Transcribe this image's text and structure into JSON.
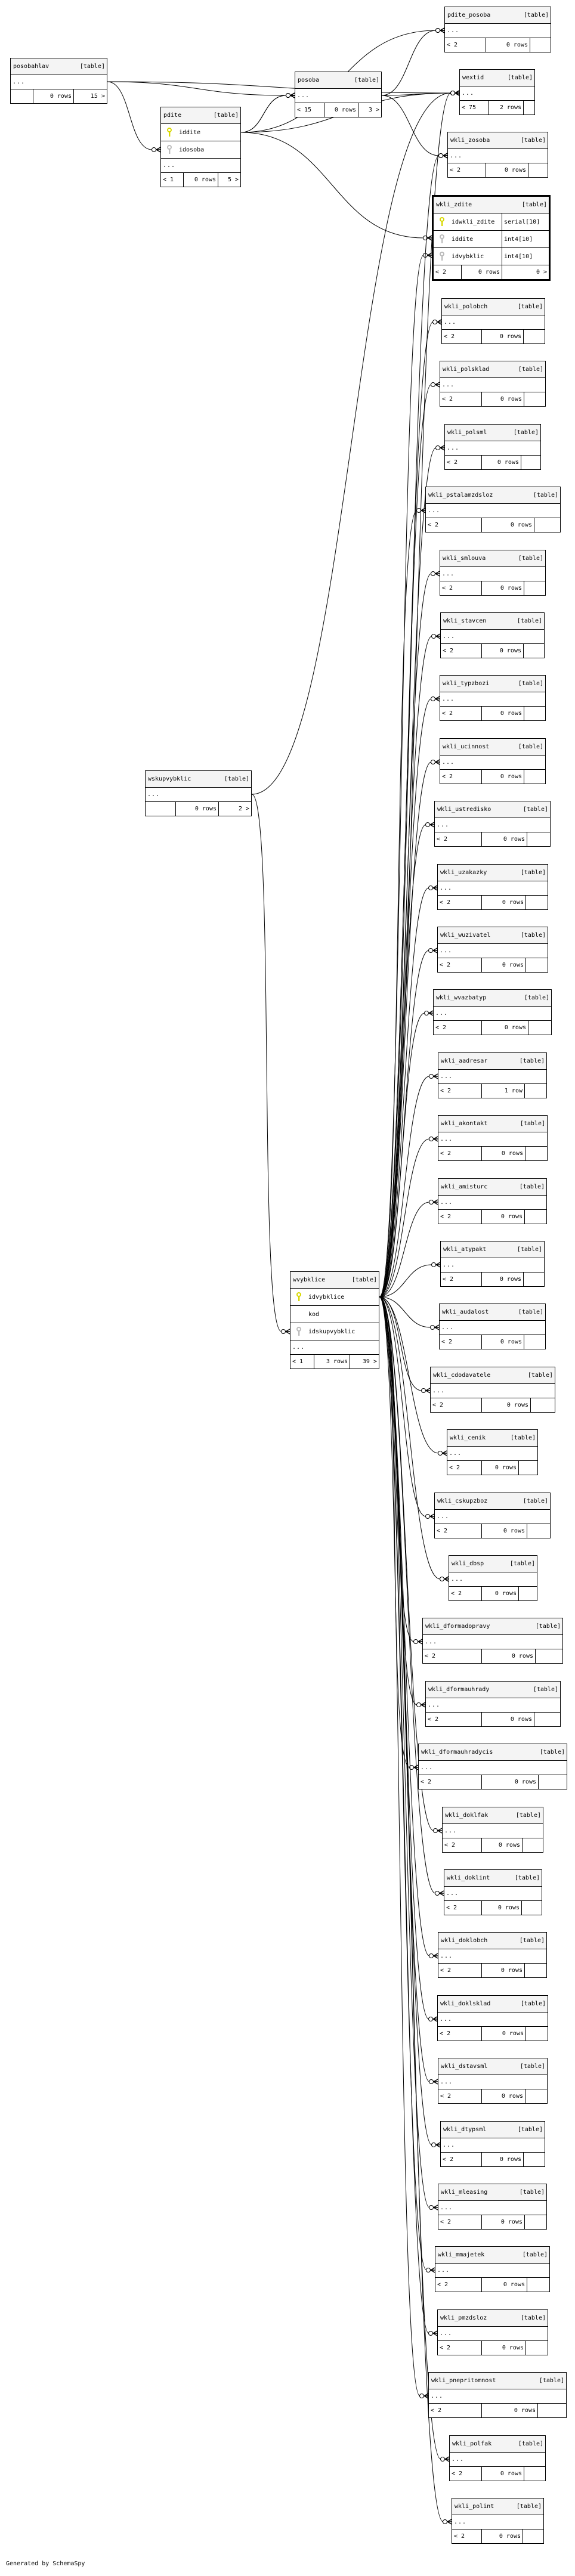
{
  "colors": {
    "pk_key": "#d8d800",
    "fk_key": "#bdbdbd",
    "header_bg": "#f4f4f4",
    "line": "#000000"
  },
  "credit": "Generated by SchemaSpy",
  "tables": [
    {
      "name": "posobahlav",
      "type": "[table]",
      "columns": [],
      "more": "...",
      "footer": {
        "parents": "",
        "rows": "0 rows",
        "children": "15 >"
      }
    },
    {
      "name": "pdite",
      "type": "[table]",
      "columns": [
        {
          "name": "iddite",
          "key": "pk"
        },
        {
          "name": "idosoba",
          "key": "fk"
        }
      ],
      "more": "...",
      "footer": {
        "parents": "< 1",
        "rows": "0 rows",
        "children": "5 >"
      }
    },
    {
      "name": "posoba",
      "type": "[table]",
      "columns": [],
      "more": "...",
      "footer": {
        "parents": "< 15",
        "rows": "0 rows",
        "children": "3 >"
      }
    },
    {
      "name": "pdite_posoba",
      "type": "[table]",
      "columns": [],
      "more": "...",
      "footer": {
        "parents": "< 2",
        "rows": "0 rows",
        "children": ""
      }
    },
    {
      "name": "wextid",
      "type": "[table]",
      "columns": [],
      "more": "...",
      "footer": {
        "parents": "< 75",
        "rows": "2 rows",
        "children": ""
      }
    },
    {
      "name": "wkli_zosoba",
      "type": "[table]",
      "columns": [],
      "more": "...",
      "footer": {
        "parents": "< 2",
        "rows": "0 rows",
        "children": ""
      }
    },
    {
      "name": "wkli_zdite",
      "type": "[table]",
      "columns": [
        {
          "name": "idwkli_zdite",
          "key": "pk",
          "type": "serial[10]"
        },
        {
          "name": "iddite",
          "key": "fk",
          "type": "int4[10]"
        },
        {
          "name": "idvybklic",
          "key": "fk",
          "type": "int4[10]"
        }
      ],
      "footer": {
        "parents": "< 2",
        "rows": "0 rows",
        "children": "0 >"
      }
    },
    {
      "name": "wskupvybklic",
      "type": "[table]",
      "columns": [],
      "more": "...",
      "footer": {
        "parents": "",
        "rows": "0 rows",
        "children": "2 >"
      }
    },
    {
      "name": "wvybklice",
      "type": "[table]",
      "columns": [
        {
          "name": "idvybklice",
          "key": "pk"
        },
        {
          "name": "kod",
          "key": ""
        },
        {
          "name": "idskupvybklic",
          "key": "fk"
        }
      ],
      "more": "...",
      "footer": {
        "parents": "< 1",
        "rows": "3 rows",
        "children": "39 >"
      }
    },
    {
      "name": "wkli_polobch",
      "type": "[table]",
      "columns": [],
      "more": "...",
      "footer": {
        "parents": "< 2",
        "rows": "0 rows",
        "children": ""
      }
    },
    {
      "name": "wkli_polsklad",
      "type": "[table]",
      "columns": [],
      "more": "...",
      "footer": {
        "parents": "< 2",
        "rows": "0 rows",
        "children": ""
      }
    },
    {
      "name": "wkli_polsml",
      "type": "[table]",
      "columns": [],
      "more": "...",
      "footer": {
        "parents": "< 2",
        "rows": "0 rows",
        "children": ""
      }
    },
    {
      "name": "wkli_pstalamzdsloz",
      "type": "[table]",
      "columns": [],
      "more": "...",
      "footer": {
        "parents": "< 2",
        "rows": "0 rows",
        "children": ""
      }
    },
    {
      "name": "wkli_smlouva",
      "type": "[table]",
      "columns": [],
      "more": "...",
      "footer": {
        "parents": "< 2",
        "rows": "0 rows",
        "children": ""
      }
    },
    {
      "name": "wkli_stavcen",
      "type": "[table]",
      "columns": [],
      "more": "...",
      "footer": {
        "parents": "< 2",
        "rows": "0 rows",
        "children": ""
      }
    },
    {
      "name": "wkli_typzbozi",
      "type": "[table]",
      "columns": [],
      "more": "...",
      "footer": {
        "parents": "< 2",
        "rows": "0 rows",
        "children": ""
      }
    },
    {
      "name": "wkli_ucinnost",
      "type": "[table]",
      "columns": [],
      "more": "...",
      "footer": {
        "parents": "< 2",
        "rows": "0 rows",
        "children": ""
      }
    },
    {
      "name": "wkli_ustredisko",
      "type": "[table]",
      "columns": [],
      "more": "...",
      "footer": {
        "parents": "< 2",
        "rows": "0 rows",
        "children": ""
      }
    },
    {
      "name": "wkli_uzakazky",
      "type": "[table]",
      "columns": [],
      "more": "...",
      "footer": {
        "parents": "< 2",
        "rows": "0 rows",
        "children": ""
      }
    },
    {
      "name": "wkli_wuzivatel",
      "type": "[table]",
      "columns": [],
      "more": "...",
      "footer": {
        "parents": "< 2",
        "rows": "0 rows",
        "children": ""
      }
    },
    {
      "name": "wkli_wvazbatyp",
      "type": "[table]",
      "columns": [],
      "more": "...",
      "footer": {
        "parents": "< 2",
        "rows": "0 rows",
        "children": ""
      }
    },
    {
      "name": "wkli_aadresar",
      "type": "[table]",
      "columns": [],
      "more": "...",
      "footer": {
        "parents": "< 2",
        "rows": "1 row",
        "children": ""
      }
    },
    {
      "name": "wkli_akontakt",
      "type": "[table]",
      "columns": [],
      "more": "...",
      "footer": {
        "parents": "< 2",
        "rows": "0 rows",
        "children": ""
      }
    },
    {
      "name": "wkli_amisturc",
      "type": "[table]",
      "columns": [],
      "more": "...",
      "footer": {
        "parents": "< 2",
        "rows": "0 rows",
        "children": ""
      }
    },
    {
      "name": "wkli_atypakt",
      "type": "[table]",
      "columns": [],
      "more": "...",
      "footer": {
        "parents": "< 2",
        "rows": "0 rows",
        "children": ""
      }
    },
    {
      "name": "wkli_audalost",
      "type": "[table]",
      "columns": [],
      "more": "...",
      "footer": {
        "parents": "< 2",
        "rows": "0 rows",
        "children": ""
      }
    },
    {
      "name": "wkli_cdodavatele",
      "type": "[table]",
      "columns": [],
      "more": "...",
      "footer": {
        "parents": "< 2",
        "rows": "0 rows",
        "children": ""
      }
    },
    {
      "name": "wkli_cenik",
      "type": "[table]",
      "columns": [],
      "more": "...",
      "footer": {
        "parents": "< 2",
        "rows": "0 rows",
        "children": ""
      }
    },
    {
      "name": "wkli_cskupzboz",
      "type": "[table]",
      "columns": [],
      "more": "...",
      "footer": {
        "parents": "< 2",
        "rows": "0 rows",
        "children": ""
      }
    },
    {
      "name": "wkli_dbsp",
      "type": "[table]",
      "columns": [],
      "more": "...",
      "footer": {
        "parents": "< 2",
        "rows": "0 rows",
        "children": ""
      }
    },
    {
      "name": "wkli_dformadopravy",
      "type": "[table]",
      "columns": [],
      "more": "...",
      "footer": {
        "parents": "< 2",
        "rows": "0 rows",
        "children": ""
      }
    },
    {
      "name": "wkli_dformauhrady",
      "type": "[table]",
      "columns": [],
      "more": "...",
      "footer": {
        "parents": "< 2",
        "rows": "0 rows",
        "children": ""
      }
    },
    {
      "name": "wkli_dformauhradycis",
      "type": "[table]",
      "columns": [],
      "more": "...",
      "footer": {
        "parents": "< 2",
        "rows": "0 rows",
        "children": ""
      }
    },
    {
      "name": "wkli_doklfak",
      "type": "[table]",
      "columns": [],
      "more": "...",
      "footer": {
        "parents": "< 2",
        "rows": "0 rows",
        "children": ""
      }
    },
    {
      "name": "wkli_doklint",
      "type": "[table]",
      "columns": [],
      "more": "...",
      "footer": {
        "parents": "< 2",
        "rows": "0 rows",
        "children": ""
      }
    },
    {
      "name": "wkli_doklobch",
      "type": "[table]",
      "columns": [],
      "more": "...",
      "footer": {
        "parents": "< 2",
        "rows": "0 rows",
        "children": ""
      }
    },
    {
      "name": "wkli_doklsklad",
      "type": "[table]",
      "columns": [],
      "more": "...",
      "footer": {
        "parents": "< 2",
        "rows": "0 rows",
        "children": ""
      }
    },
    {
      "name": "wkli_dstavsml",
      "type": "[table]",
      "columns": [],
      "more": "...",
      "footer": {
        "parents": "< 2",
        "rows": "0 rows",
        "children": ""
      }
    },
    {
      "name": "wkli_dtypsml",
      "type": "[table]",
      "columns": [],
      "more": "...",
      "footer": {
        "parents": "< 2",
        "rows": "0 rows",
        "children": ""
      }
    },
    {
      "name": "wkli_mleasing",
      "type": "[table]",
      "columns": [],
      "more": "...",
      "footer": {
        "parents": "< 2",
        "rows": "0 rows",
        "children": ""
      }
    },
    {
      "name": "wkli_mmajetek",
      "type": "[table]",
      "columns": [],
      "more": "...",
      "footer": {
        "parents": "< 2",
        "rows": "0 rows",
        "children": ""
      }
    },
    {
      "name": "wkli_pmzdsloz",
      "type": "[table]",
      "columns": [],
      "more": "...",
      "footer": {
        "parents": "< 2",
        "rows": "0 rows",
        "children": ""
      }
    },
    {
      "name": "wkli_pnepritomnost",
      "type": "[table]",
      "columns": [],
      "more": "...",
      "footer": {
        "parents": "< 2",
        "rows": "0 rows",
        "children": ""
      }
    },
    {
      "name": "wkli_polfak",
      "type": "[table]",
      "columns": [],
      "more": "...",
      "footer": {
        "parents": "< 2",
        "rows": "0 rows",
        "children": ""
      }
    },
    {
      "name": "wkli_polint",
      "type": "[table]",
      "columns": [],
      "more": "...",
      "footer": {
        "parents": "< 2",
        "rows": "0 rows",
        "children": ""
      }
    }
  ]
}
